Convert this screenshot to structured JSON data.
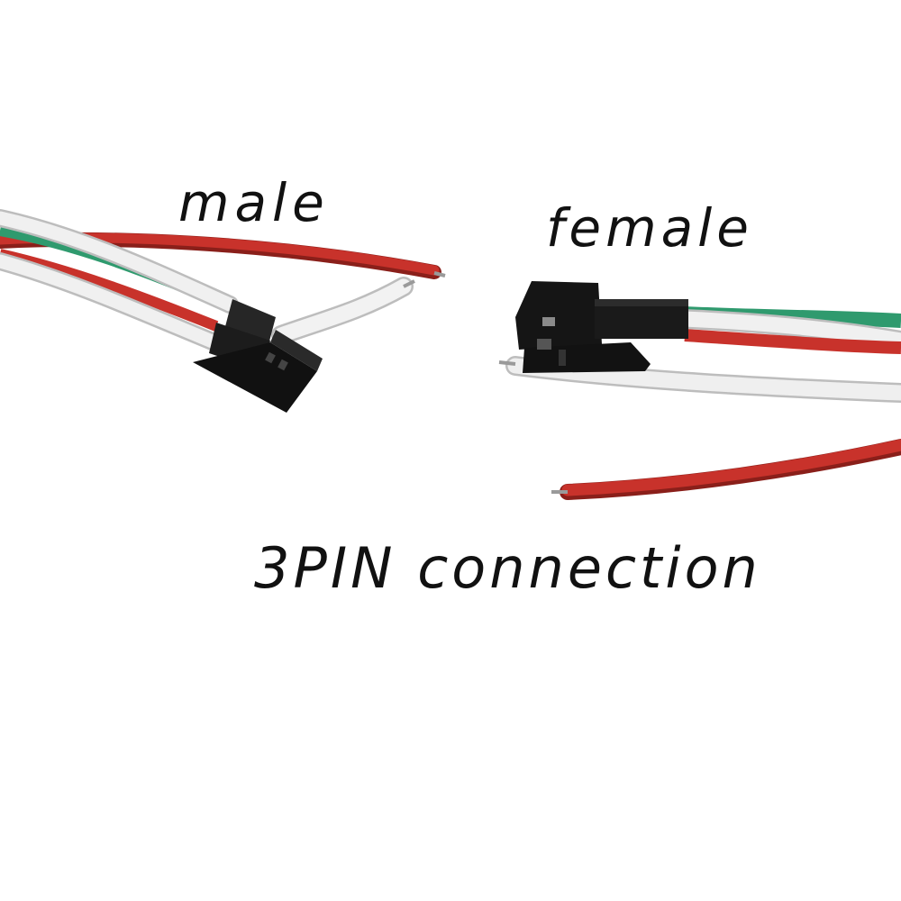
{
  "labels": {
    "male": "male",
    "female": "female",
    "caption": "3PIN connection"
  },
  "colors": {
    "background": "#ffffff",
    "wire_red": "#c8322b",
    "wire_white": "#ececec",
    "wire_green": "#2f9a6e",
    "connector_black": "#141414",
    "text": "#111111"
  }
}
